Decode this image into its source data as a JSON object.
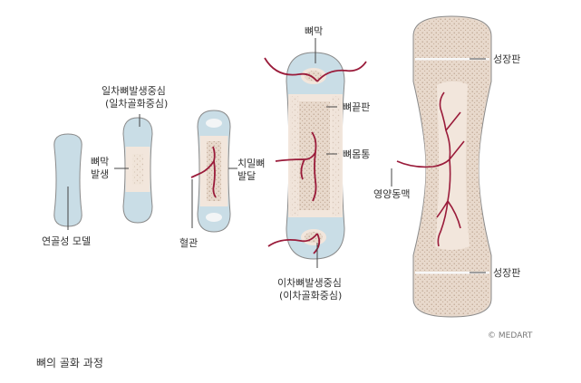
{
  "labels": {
    "cartilage_model": "연골성 모델",
    "primary_center": "일차뼈발생중심",
    "primary_center_sub": "(일차골화중심)",
    "periosteum_bone_line1": "뼈막",
    "periosteum_bone_line2": "발생",
    "blood_vessel": "혈관",
    "compact_bone_line1": "치밀뼈",
    "compact_bone_line2": "발달",
    "periosteum": "뼈막",
    "epiphysis": "뼈끝판",
    "diaphysis": "뼈몸통",
    "secondary_center": "이차뼈발생중심",
    "secondary_center_sub": "(이차골화중심)",
    "growth_plate_top": "성장판",
    "nutrient_artery": "영양동맥",
    "growth_plate_bottom": "성장판"
  },
  "credit": "© MEDART",
  "caption": "뼈의 골화 과정",
  "colors": {
    "cartilage": "#c9dde6",
    "bone_cream": "#f2e6dc",
    "spongy": "#e3d3c6",
    "vessel": "#9a1b3a",
    "outline": "#8a8a8a"
  }
}
